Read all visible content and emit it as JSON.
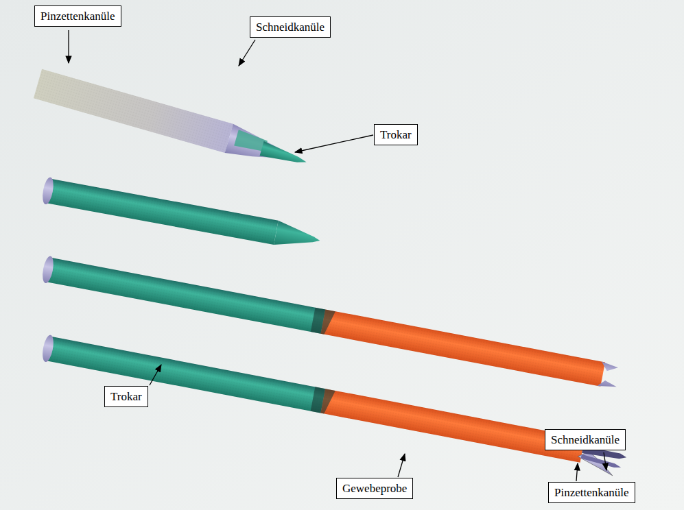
{
  "diagram": {
    "labels": [
      "Pinzettenkanüle",
      "Schneidkanüle",
      "Trokar",
      "Trokar",
      "Gewebeprobe",
      "Schneidkanüle",
      "Pinzettenkanüle"
    ]
  }
}
